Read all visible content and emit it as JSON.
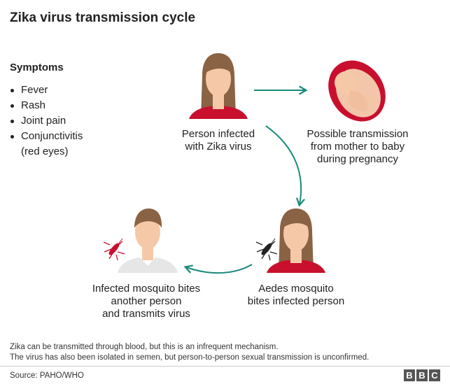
{
  "title": "Zika virus transmission cycle",
  "symptoms": {
    "heading": "Symptoms",
    "items": [
      "Fever",
      "Rash",
      "Joint pain",
      "Conjunctivitis"
    ],
    "item4_sub": "(red eyes)"
  },
  "nodes": {
    "infected_person": {
      "line1": "Person infected",
      "line2": "with Zika virus"
    },
    "pregnancy": {
      "line1": "Possible transmission",
      "line2": "from mother to baby",
      "line3": "during pregnancy"
    },
    "mosquito_bites_infected": {
      "line1": "Aedes mosquito",
      "line2": "bites infected person"
    },
    "mosquito_bites_another": {
      "line1": "Infected mosquito bites",
      "line2": "another person",
      "line3": "and transmits virus"
    }
  },
  "notes": {
    "line1": "Zika can be transmitted through blood, but this is an infrequent mechanism.",
    "line2": "The virus has also been isolated in semen, but person-to-person sexual transmission is unconfirmed."
  },
  "source": "Source: PAHO/WHO",
  "logo": [
    "B",
    "B",
    "C"
  ],
  "colors": {
    "arrow": "#1a8a7a",
    "shirt_red": "#c8102e",
    "skin": "#f5c9a8",
    "hair": "#8a6244",
    "mosquito_red": "#c8102e",
    "mosquito_black": "#222222"
  }
}
